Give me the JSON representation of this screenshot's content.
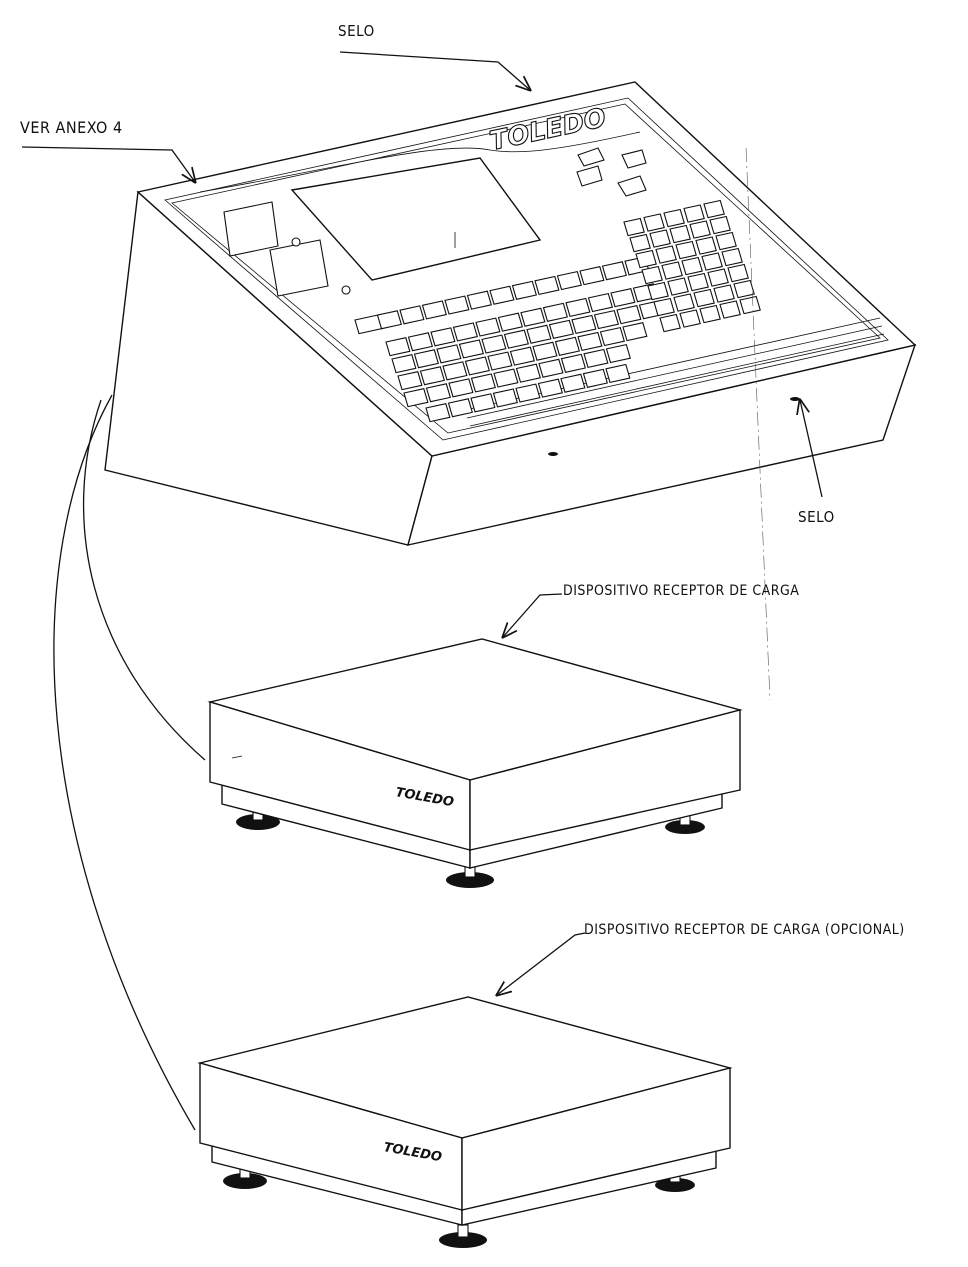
{
  "labels": {
    "selo_top": "SELO",
    "ver_anexo": "VER ANEXO 4",
    "selo_bottom": "SELO",
    "dispositivo_1": "DISPOSITIVO RECEPTOR DE CARGA",
    "dispositivo_2": "DISPOSITIVO RECEPTOR DE CARGA (OPCIONAL)"
  },
  "brand": {
    "terminal": "TOLEDO",
    "platform_1": "TOLEDO",
    "platform_2": "TOLEDO"
  }
}
